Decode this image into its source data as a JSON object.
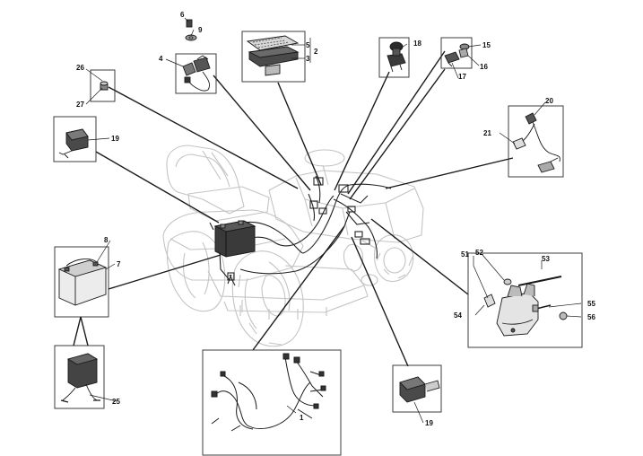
{
  "diagram": {
    "labels": {
      "p1": "1",
      "p2": "2",
      "p3": "3",
      "p4": "4",
      "p5": "5",
      "p6": "6",
      "p7": "7",
      "p8": "8",
      "p9": "9",
      "p15": "15",
      "p16": "16",
      "p17": "17",
      "p18": "18",
      "p19a": "19",
      "p19b": "19",
      "p20": "20",
      "p21": "21",
      "p25": "25",
      "p26": "26",
      "p27": "27",
      "p51": "51",
      "p52": "52",
      "p53": "53",
      "p54": "54",
      "p55": "55",
      "p56": "56"
    }
  }
}
